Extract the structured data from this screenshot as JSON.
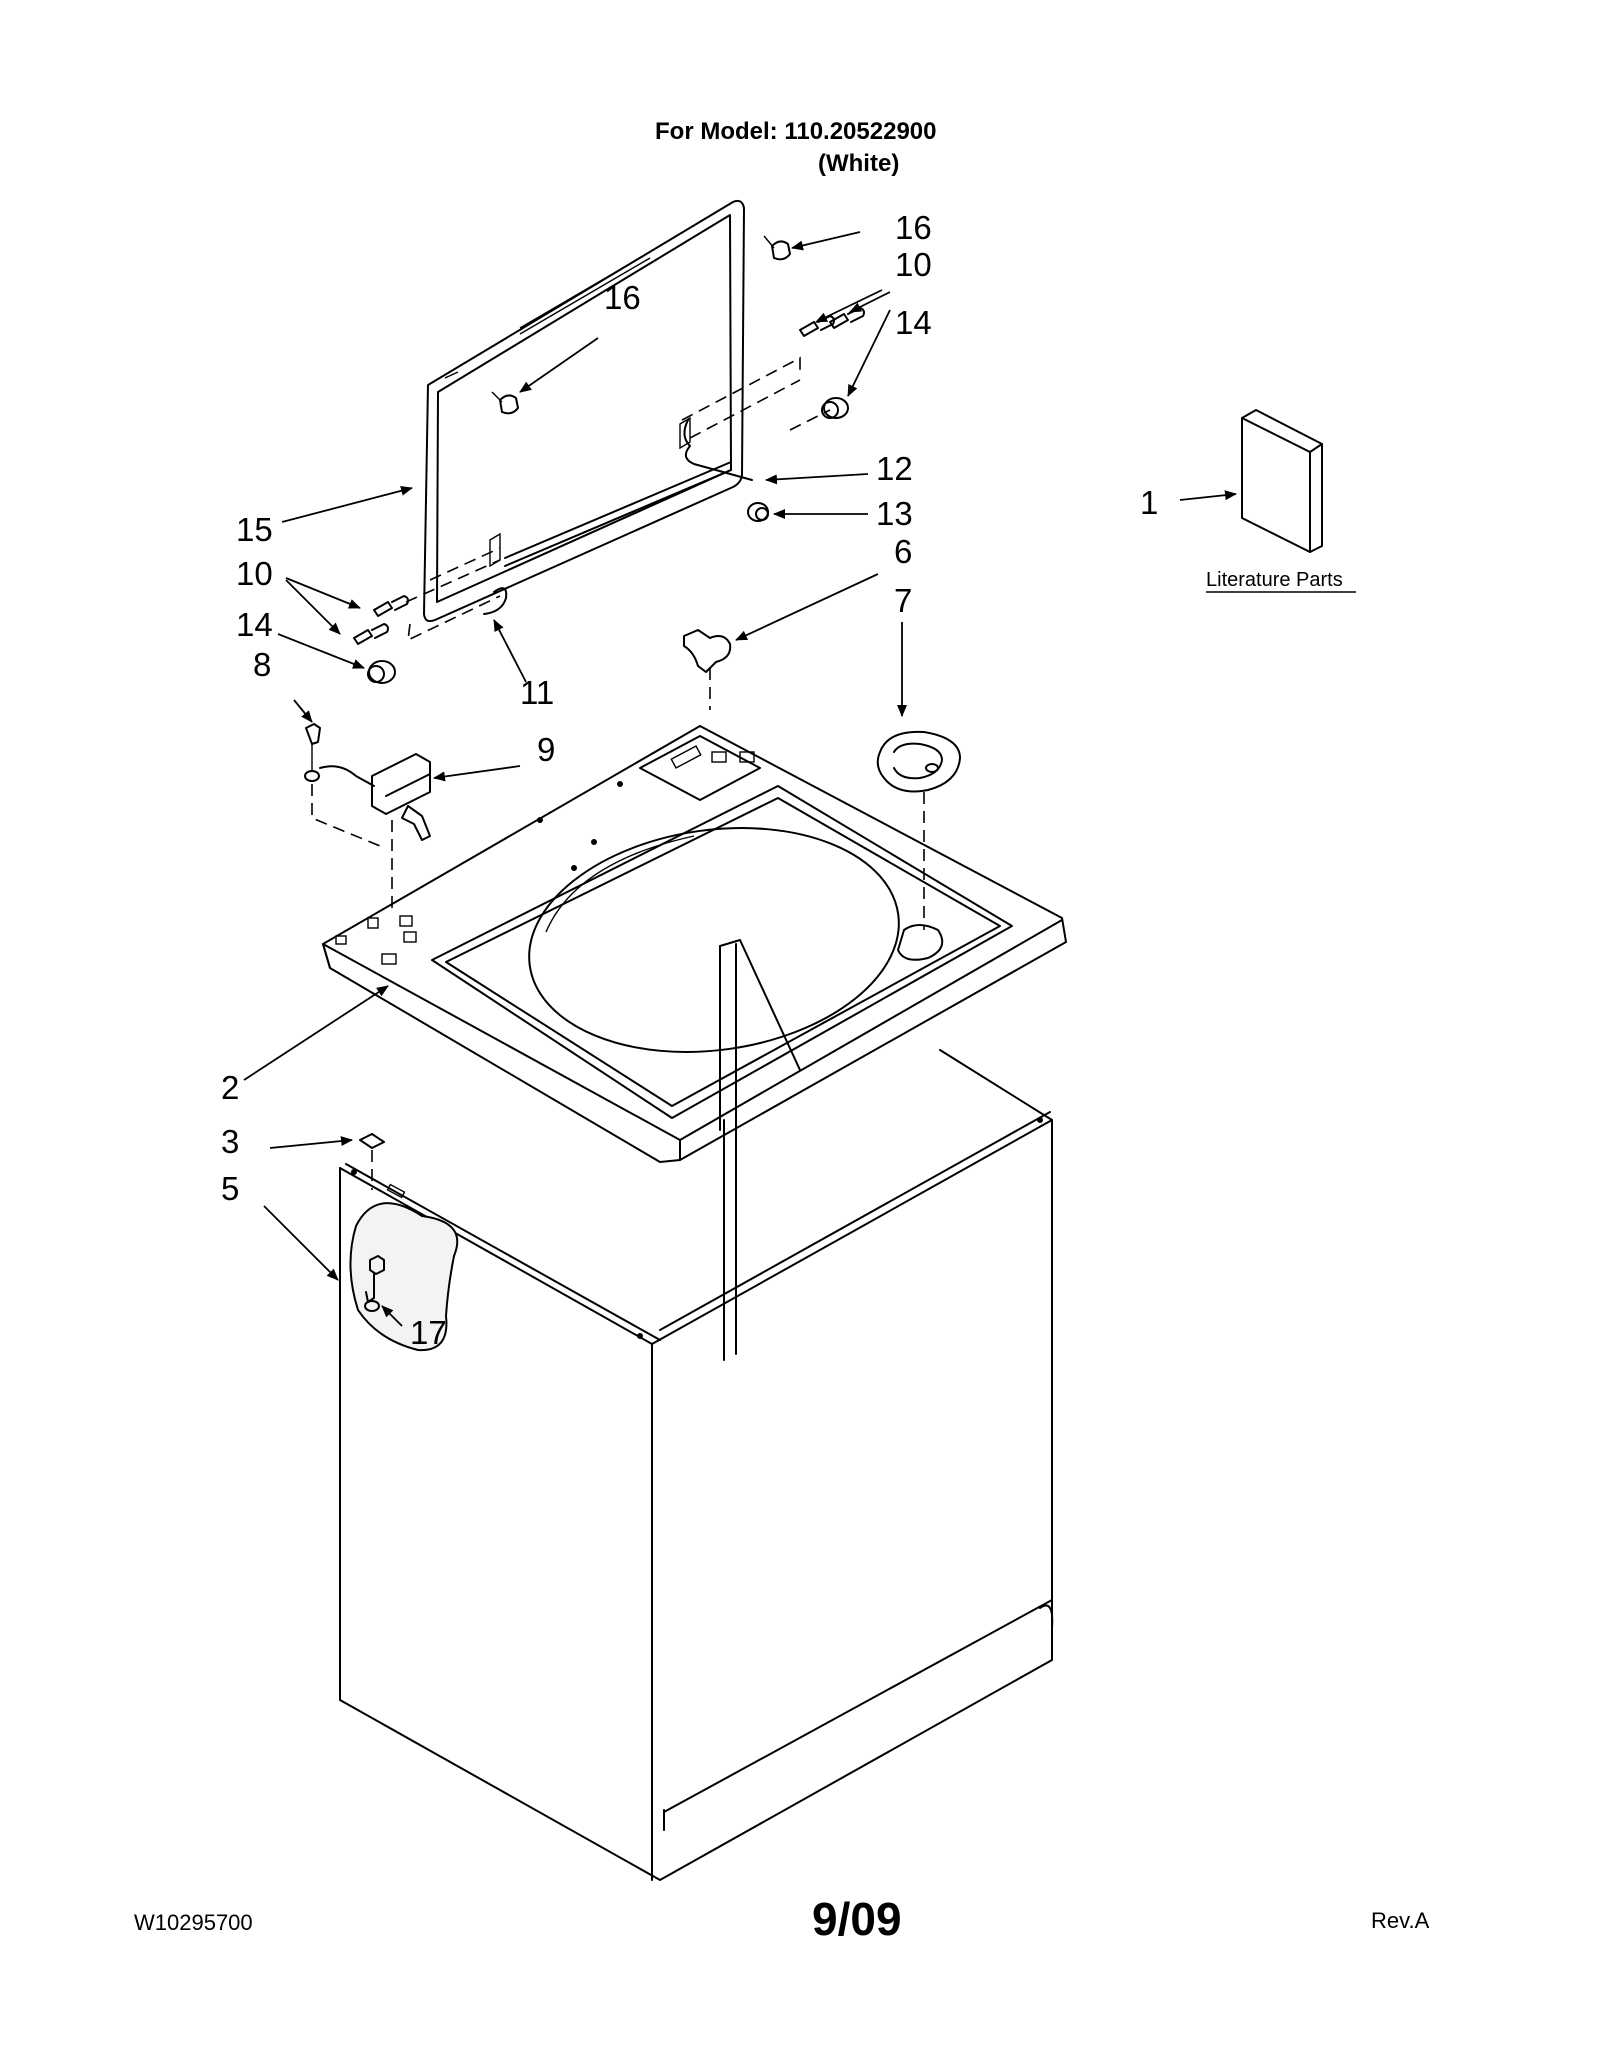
{
  "header": {
    "model_line": "For Model: 110.20522900",
    "color_line": "(White)"
  },
  "literature_label": "Literature Parts",
  "callouts": {
    "c1": "1",
    "c2": "2",
    "c3": "3",
    "c5": "5",
    "c6": "6",
    "c7": "7",
    "c8": "8",
    "c9": "9",
    "c10a": "10",
    "c10b": "10",
    "c11": "11",
    "c12": "12",
    "c13": "13",
    "c14a": "14",
    "c14b": "14",
    "c15": "15",
    "c16a": "16",
    "c16b": "16",
    "c17": "17"
  },
  "footer": {
    "doc_number": "W10295700",
    "date": "9/09",
    "revision": "Rev.A"
  }
}
